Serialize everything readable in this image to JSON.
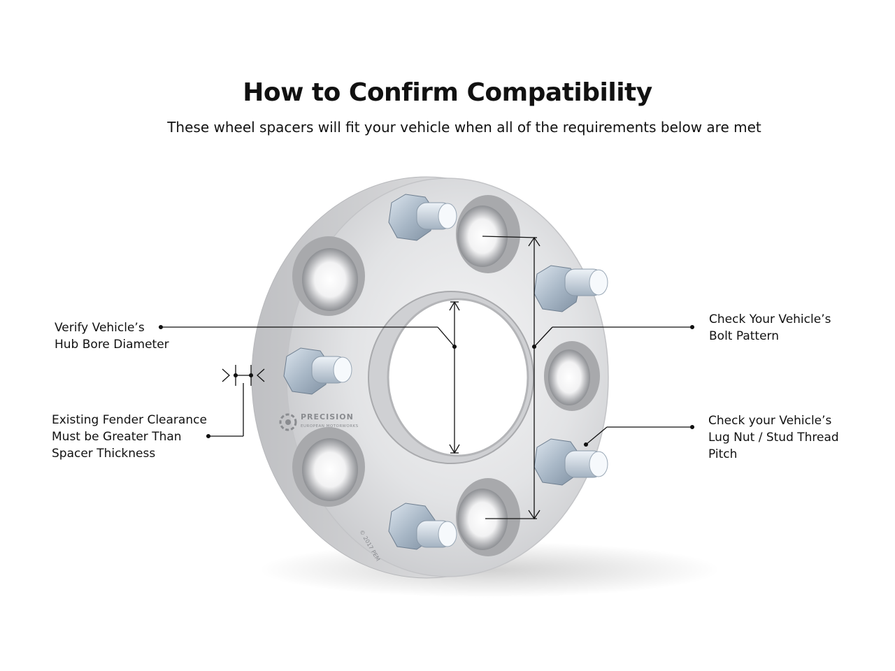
{
  "header": {
    "title": "How to Confirm Compatibility",
    "subtitle": "These wheel spacers will fit your vehicle when all of the requirements below are met"
  },
  "callouts": {
    "hub_bore": {
      "line1": "Verify Vehicle’s",
      "line2": "Hub Bore Diameter"
    },
    "fender": {
      "line1": "Existing Fender Clearance",
      "line2": "Must be Greater Than",
      "line3": "Spacer Thickness"
    },
    "bolt_pattern": {
      "line1": "Check Your Vehicle’s",
      "line2": "Bolt Pattern"
    },
    "thread_pitch": {
      "line1": "Check your Vehicle’s",
      "line2": "Lug Nut / Stud Thread",
      "line3": "Pitch"
    }
  },
  "spacer_marks": {
    "brand_name": "PRECISION",
    "brand_tagline": "EUROPEAN MOTORWORKS",
    "copyright": "© 2017 PEM"
  },
  "colors": {
    "background": "#ffffff",
    "text": "#111111",
    "aluminum": "#d9dadc",
    "stud_blue": "#b9c6d3"
  }
}
